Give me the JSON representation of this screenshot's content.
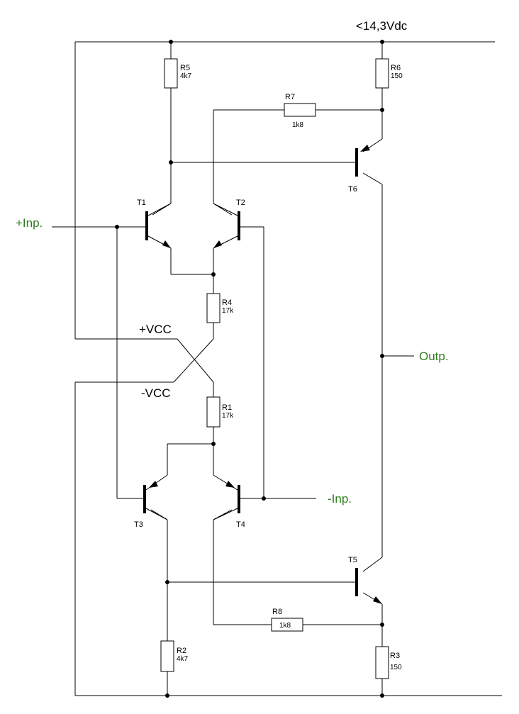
{
  "supply": {
    "top": "<14,3Vdc",
    "pos": "+VCC",
    "neg": "-VCC"
  },
  "io": {
    "in_plus": "+Inp.",
    "in_minus": "-Inp.",
    "out": "Outp."
  },
  "colors": {
    "io_text": "#2e7d1f",
    "ink": "#000000"
  },
  "resistors": {
    "r1": {
      "name": "R1",
      "value": "17k"
    },
    "r2": {
      "name": "R2",
      "value": "4k7"
    },
    "r3": {
      "name": "R3",
      "value": "150"
    },
    "r4": {
      "name": "R4",
      "value": "17k"
    },
    "r5": {
      "name": "R5",
      "value": "4k7"
    },
    "r6": {
      "name": "R6",
      "value": "150"
    },
    "r7": {
      "name": "R7",
      "value": "1k8"
    },
    "r8": {
      "name": "R8",
      "value": "1k8"
    }
  },
  "transistors": {
    "t1": "T1",
    "t2": "T2",
    "t3": "T3",
    "t4": "T4",
    "t5": "T5",
    "t6": "T6"
  }
}
